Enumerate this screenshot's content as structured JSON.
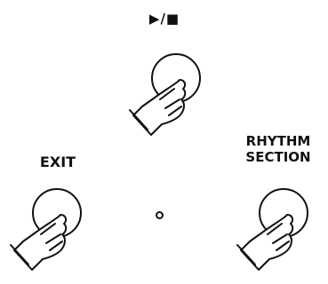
{
  "buttons": {
    "play_stop": {
      "label": "▶/■"
    },
    "exit": {
      "label": "EXIT"
    },
    "rhythm_section": {
      "label_line1": "RHYTHM",
      "label_line2": "SECTION"
    }
  },
  "indicator": {
    "symbol": "led-indicator"
  },
  "colors": {
    "stroke": "#111111",
    "fill": "#ffffff"
  }
}
